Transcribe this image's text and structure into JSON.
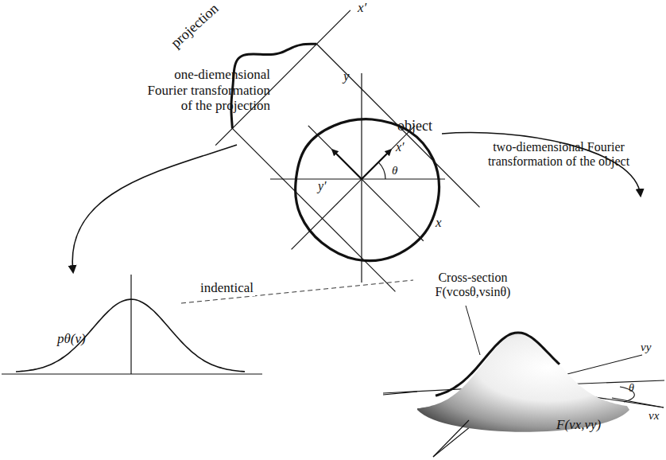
{
  "diagram": {
    "labels": [
      "projection",
      "x′",
      "y",
      "object",
      "x′",
      "y′",
      "θ",
      "x",
      "one-diemensional Fourier transformation of the projection",
      "two-diemensional Fourier transformation of the object",
      "indentical",
      "Cross-section F(vcosθ,vsinθ)",
      "pθ(v)",
      "F(vx,vy)",
      "vy",
      "θ",
      "vx"
    ]
  }
}
